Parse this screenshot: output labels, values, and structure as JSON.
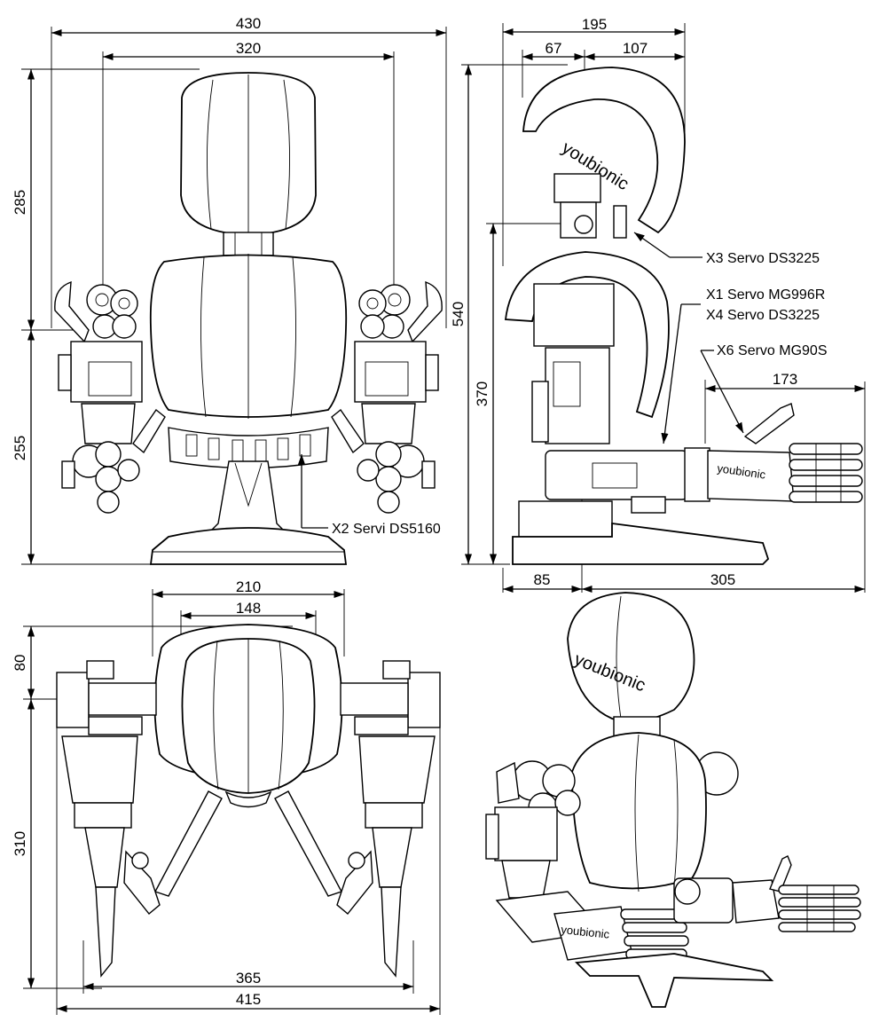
{
  "dimensions": {
    "front_total_width": "430",
    "front_shoulder_width": "320",
    "front_upper_height": "285",
    "front_lower_height": "255",
    "side_total_width": "195",
    "side_front_offset": "67",
    "side_back_offset": "107",
    "side_total_height": "540",
    "side_shoulder_height": "370",
    "side_hand_length": "173",
    "side_base_front": "85",
    "side_arm_reach": "305",
    "top_body_width": "210",
    "top_inner_width": "148",
    "top_upper_depth": "80",
    "top_arm_depth": "310",
    "top_hands_span": "365",
    "top_total_width": "415"
  },
  "callouts": {
    "x3": "X3 Servo DS3225",
    "x1": "X1 Servo MG996R",
    "x4": "X4 Servo DS3225",
    "x6": "X6 Servo MG90S",
    "x2": "X2 Servi DS5160"
  },
  "branding": {
    "head_logo": "youbionic",
    "hand_logo": "youbionic"
  },
  "colors": {
    "line": "#000000",
    "background": "#ffffff"
  }
}
